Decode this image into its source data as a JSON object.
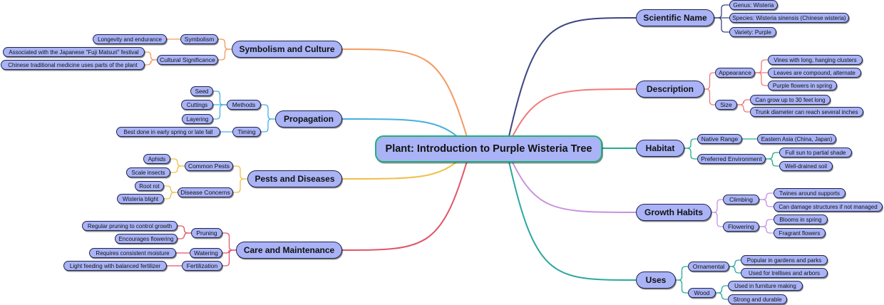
{
  "map": {
    "central": "Plant: Introduction to Purple Wisteria Tree",
    "scientific_name": {
      "label": "Scientific Name",
      "genus": "Genus: Wisteria",
      "species": "Species: Wisteria sinensis (Chinese wisteria)",
      "variety": "Variety: Purple"
    },
    "description": {
      "label": "Description",
      "appearance": {
        "label": "Appearance",
        "items": [
          "Vines with long, hanging clusters",
          "Leaves are compound, alternate",
          "Purple flowers in spring"
        ]
      },
      "size": {
        "label": "Size",
        "items": [
          "Can grow up to 30 feet long",
          "Trunk diameter can reach several inches"
        ]
      }
    },
    "habitat": {
      "label": "Habitat",
      "native_range": {
        "label": "Native Range",
        "items": [
          "Eastern Asia (China, Japan)"
        ]
      },
      "preferred_environment": {
        "label": "Preferred Environment",
        "items": [
          "Full sun to partial shade",
          "Well-drained soil"
        ]
      }
    },
    "growth_habits": {
      "label": "Growth Habits",
      "climbing": {
        "label": "Climbing",
        "items": [
          "Twines around supports",
          "Can damage structures if not managed"
        ]
      },
      "flowering": {
        "label": "Flowering",
        "items": [
          "Blooms in spring",
          "Fragrant flowers"
        ]
      }
    },
    "uses": {
      "label": "Uses",
      "ornamental": {
        "label": "Ornamental",
        "items": [
          "Popular in gardens and parks",
          "Used for trellises and arbors"
        ]
      },
      "wood": {
        "label": "Wood",
        "items": [
          "Used in furniture making",
          "Strong and durable"
        ]
      }
    },
    "symbolism": {
      "label": "Symbolism and Culture",
      "symbolism": {
        "label": "Symbolism",
        "items": [
          "Longevity and endurance"
        ]
      },
      "cultural": {
        "label": "Cultural Significance",
        "items": [
          "Associated with the Japanese \"Fuji Matsuri\" festival",
          "Chinese traditional medicine uses parts of the plant"
        ]
      }
    },
    "propagation": {
      "label": "Propagation",
      "methods": {
        "label": "Methods",
        "items": [
          "Seed",
          "Cuttings",
          "Layering"
        ]
      },
      "timing": {
        "label": "Timing",
        "items": [
          "Best done in early spring or late fall"
        ]
      }
    },
    "pests": {
      "label": "Pests and Diseases",
      "common": {
        "label": "Common Pests",
        "items": [
          "Aphids",
          "Scale insects"
        ]
      },
      "disease": {
        "label": "Disease Concerns",
        "items": [
          "Root rot",
          "Wisteria blight"
        ]
      }
    },
    "care": {
      "label": "Care and Maintenance",
      "pruning": {
        "label": "Pruning",
        "items": [
          "Regular pruning to control growth",
          "Encourages flowering"
        ]
      },
      "watering": {
        "label": "Watering",
        "items": [
          "Requires consistent moisture"
        ]
      },
      "fertilization": {
        "label": "Fertilization",
        "items": [
          "Light feeding with balanced fertilizer"
        ]
      }
    }
  },
  "branch_colors": {
    "scientific_name": "#3c4580",
    "description": "#f07a7a",
    "habitat": "#25ab86",
    "growth_habits": "#c793e0",
    "uses": "#2aa9a0",
    "symbolism": "#f39a5f",
    "propagation": "#49afe0",
    "pests": "#eec04a",
    "care": "#e0556b"
  }
}
